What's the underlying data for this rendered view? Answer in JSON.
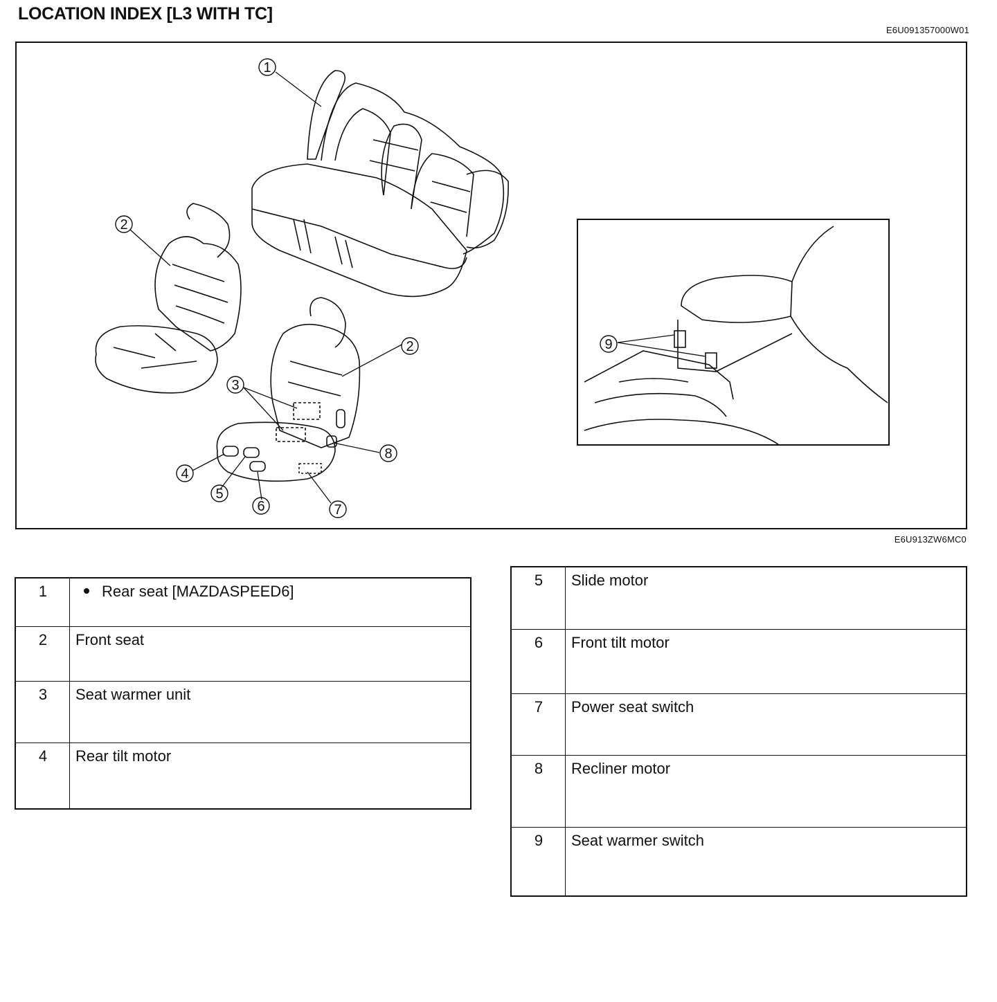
{
  "title": "LOCATION INDEX [L3 WITH TC]",
  "doc_id": "E6U091357000W01",
  "figure_id": "E6U913ZW6MC0",
  "callouts": [
    "1",
    "2",
    "2",
    "3",
    "4",
    "5",
    "6",
    "7",
    "8",
    "9"
  ],
  "left_table": [
    {
      "num": "1",
      "label": "Rear seat [MAZDASPEED6]",
      "bullet": true
    },
    {
      "num": "2",
      "label": "Front seat"
    },
    {
      "num": "3",
      "label": "Seat warmer unit"
    },
    {
      "num": "4",
      "label": "Rear tilt motor"
    }
  ],
  "right_table": [
    {
      "num": "5",
      "label": "Slide motor"
    },
    {
      "num": "6",
      "label": "Front tilt motor"
    },
    {
      "num": "7",
      "label": "Power seat switch"
    },
    {
      "num": "8",
      "label": "Recliner motor"
    },
    {
      "num": "9",
      "label": "Seat warmer switch"
    }
  ]
}
